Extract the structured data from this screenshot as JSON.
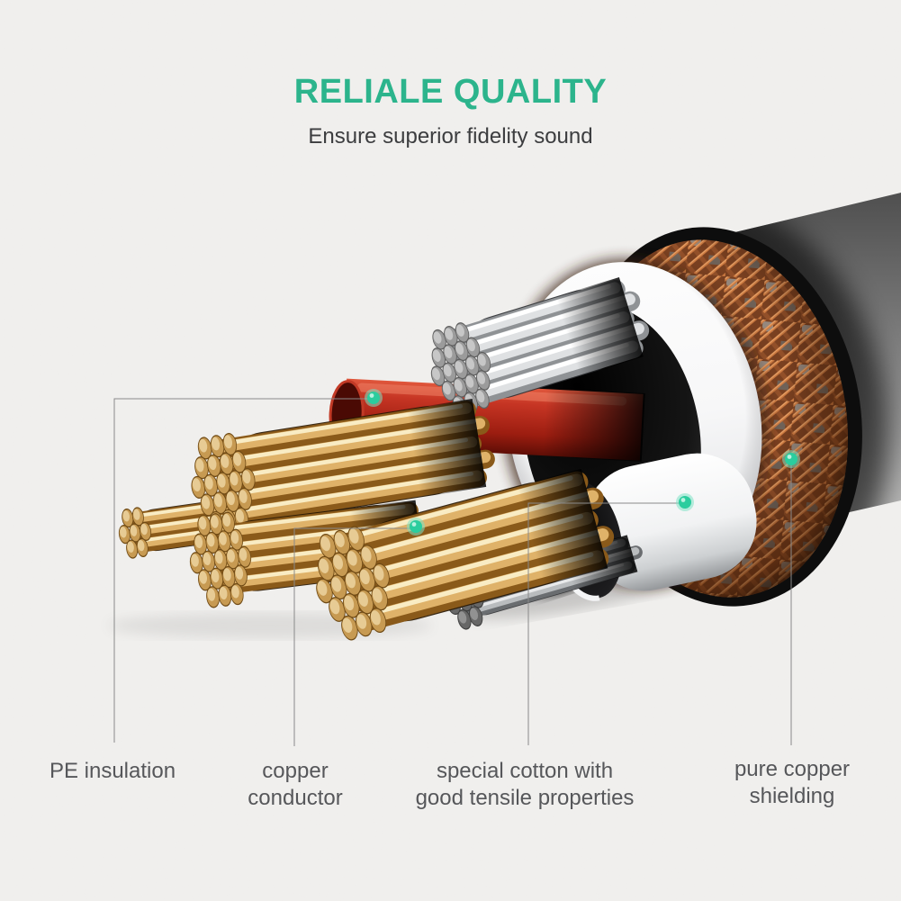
{
  "header": {
    "title": "RELIALE QUALITY",
    "subtitle": "Ensure superior fidelity sound",
    "title_color": "#2cb48c"
  },
  "callouts": [
    {
      "id": "pe-insulation",
      "lines": [
        "PE insulation"
      ]
    },
    {
      "id": "copper-conductor",
      "lines": [
        "copper",
        "conductor"
      ]
    },
    {
      "id": "special-cotton",
      "lines": [
        "special cotton with",
        "good tensile properties"
      ]
    },
    {
      "id": "pure-copper-shielding",
      "lines": [
        "pure copper",
        "shielding"
      ]
    }
  ],
  "marker_color": "#2bcd9e",
  "leader_line_color": "#8a8a8a"
}
